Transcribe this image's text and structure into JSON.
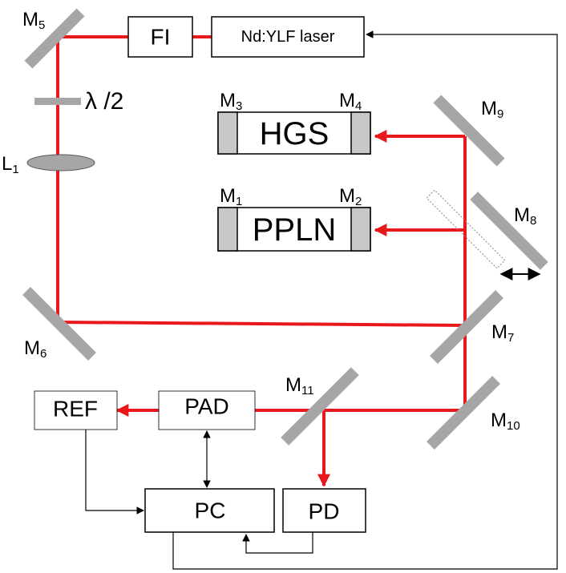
{
  "colors": {
    "beam": "#e8191c",
    "mirror": "#a6a6a6",
    "crystal_end": "#c8c8c8",
    "outline": "#000000"
  },
  "boxes": {
    "fi": "FI",
    "laser": "Nd:YLF laser",
    "ref": "REF",
    "pad": "PAD",
    "pc": "PC",
    "pd": "PD"
  },
  "crystals": {
    "hgs": "HGS",
    "ppln": "PPLN"
  },
  "waveplate": "λ /2",
  "labels": {
    "m1": {
      "base": "M",
      "sub": "1"
    },
    "m2": {
      "base": "M",
      "sub": "2"
    },
    "m3": {
      "base": "M",
      "sub": "3"
    },
    "m4": {
      "base": "M",
      "sub": "4"
    },
    "m5": {
      "base": "M",
      "sub": "5"
    },
    "m6": {
      "base": "M",
      "sub": "6"
    },
    "m7": {
      "base": "M",
      "sub": "7"
    },
    "m8": {
      "base": "M",
      "sub": "8"
    },
    "m9": {
      "base": "M",
      "sub": "9"
    },
    "m10": {
      "base": "M",
      "sub": "10"
    },
    "m11": {
      "base": "M",
      "sub": "11"
    },
    "l1": {
      "base": "L",
      "sub": "1"
    }
  }
}
